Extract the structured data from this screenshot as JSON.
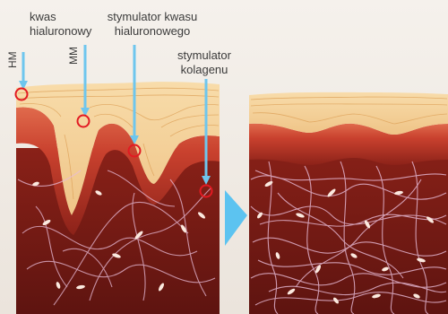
{
  "labels": {
    "hyaluronic_acid_line1": "kwas",
    "hyaluronic_acid_line2": "hialuronowy",
    "hm": "HM",
    "mm": "MM",
    "ha_stimulator_line1": "stymulator kwasu",
    "ha_stimulator_line2": "hialuronowego",
    "collagen_stimulator_line1": "stymulator",
    "collagen_stimulator_line2": "kolagenu"
  },
  "colors": {
    "background": "#f2ede8",
    "epidermis": "#f4cf96",
    "epidermis_lines": "#e2aa62",
    "dermis_upper": "#d9533b",
    "dermis_deep": "#9a2b1e",
    "subcutis": "#7d1c14",
    "fibers": "#e6b7d8",
    "needle": "#6ec6ee",
    "marker": "#e21a22",
    "arrow": "#5cc3f0"
  },
  "icons": {
    "needle": "needle-arrow-icon",
    "marker": "injection-point-circle-icon",
    "transition": "right-triangle-arrow-icon"
  }
}
